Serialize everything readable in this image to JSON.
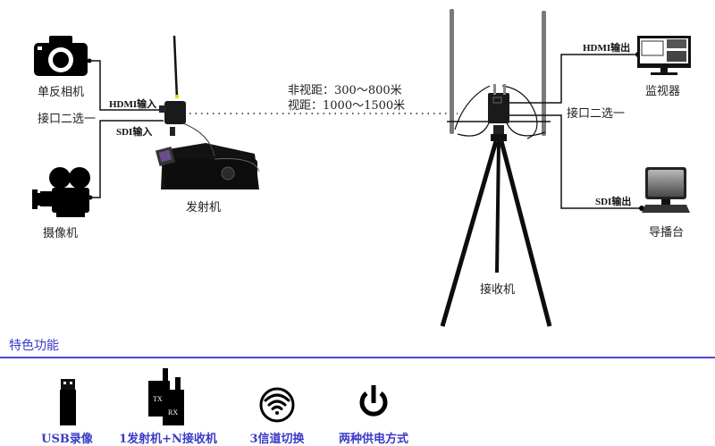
{
  "diagram": {
    "sources": {
      "dslr_label": "单反相机",
      "camcorder_label": "摄像机",
      "interface_select_label": "接口二选一",
      "hdmi_in_label": "HDMI输入",
      "sdi_in_label": "SDI输入"
    },
    "transmitter": {
      "label": "发射机"
    },
    "range": {
      "nlos": "非视距：300～800米",
      "los": "视距：1000～1500米"
    },
    "receiver": {
      "label": "接收机",
      "interface_select_label": "接口二选一",
      "hdmi_out_label": "HDMI输出",
      "sdi_out_label": "SDI输出"
    },
    "outputs": {
      "monitor_label": "监视器",
      "switcher_label": "导播台"
    }
  },
  "features": {
    "title": "特色功能",
    "accent_color": "#3a3ac8",
    "items": [
      {
        "icon": "usb-drive-icon",
        "label": "USB录像"
      },
      {
        "icon": "tx-rx-icon",
        "label": "1发射机+N接收机",
        "tx": "TX",
        "rx": "RX"
      },
      {
        "icon": "wifi-icon",
        "label": "3信道切换"
      },
      {
        "icon": "power-icon",
        "label": "两种供电方式"
      }
    ]
  }
}
